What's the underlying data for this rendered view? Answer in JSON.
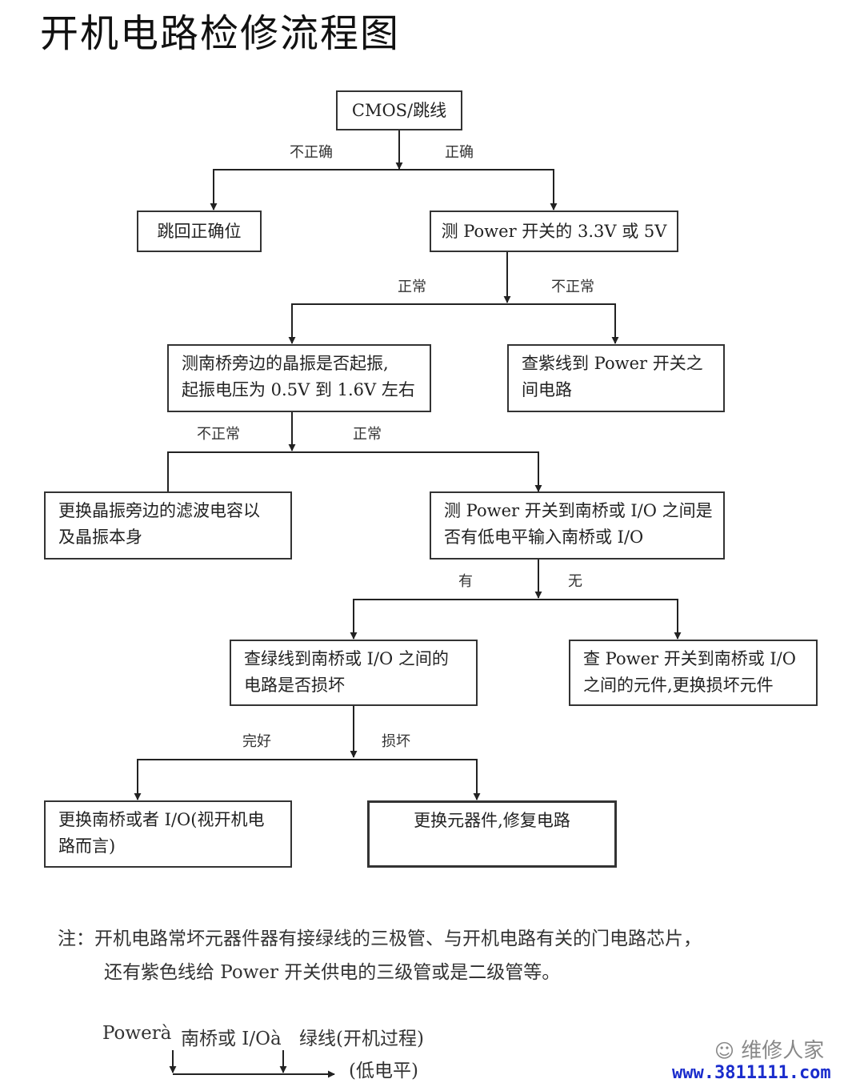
{
  "title": "开机电路检修流程图",
  "nodes": {
    "cmos": "CMOS/跳线",
    "jump_back": "跳回正确位",
    "test_power": "测 Power 开关的 3.3V 或 5V",
    "test_crystal": [
      "测南桥旁边的晶振是否起振,",
      "起振电压为 0.5V 到 1.6V 左右"
    ],
    "check_purple": [
      "查紫线到 Power 开关之",
      "间电路"
    ],
    "replace_crystal": [
      "更换晶振旁边的滤波电容以",
      "及晶振本身"
    ],
    "test_low_level": [
      "测 Power 开关到南桥或 I/O 之间是",
      "否有低电平输入南桥或 I/O"
    ],
    "check_green": [
      "查绿线到南桥或 I/O 之间的",
      "电路是否损坏"
    ],
    "check_components": [
      "查 Power 开关到南桥或 I/O",
      "之间的元件,更换损坏元件"
    ],
    "replace_southbridge": [
      "更换南桥或者 I/O(视开机电",
      "路而言)"
    ],
    "replace_parts": "更换元器件,修复电路"
  },
  "edge_labels": {
    "incorrect": "不正确",
    "correct": "正确",
    "normal_1": "正常",
    "abnormal_1": "不正常",
    "abnormal_2": "不正常",
    "normal_2": "正常",
    "yes": "有",
    "no": "无",
    "intact": "完好",
    "damaged": "损坏"
  },
  "note": {
    "line1": "注：开机电路常坏元器件器有接绿线的三极管、与开机电路有关的门电路芯片，",
    "line2": "还有紫色线给 Power 开关供电的三级管或是二级管等。"
  },
  "bottom": {
    "power": "Powerà",
    "southbridge": "南桥或 I/Oà",
    "green_line": "绿线(开机过程)",
    "low_level": "(低电平)"
  },
  "watermark": {
    "logo": "维修人家",
    "url": "www.3811111.com"
  }
}
